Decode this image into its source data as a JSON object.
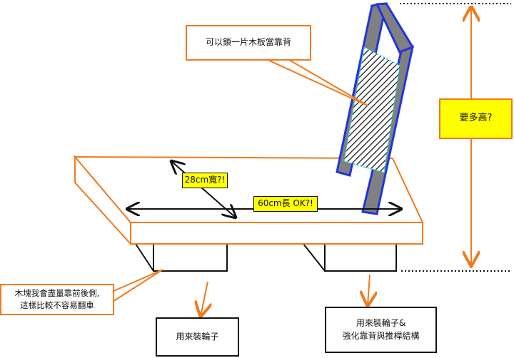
{
  "callouts": {
    "backrest": "可以鎖一片木板當靠背",
    "width": "28cm寬?!",
    "length": "60cm長 OK?!",
    "height": "要多高?",
    "blocks_line1": "木塊我會盡量靠前後側,",
    "blocks_line2": "這樣比較不容易翻車",
    "front_wheels": "用來裝輪子",
    "rear_wheels_line1": "用來裝輪子&",
    "rear_wheels_line2": "強化靠背與推桿結構"
  },
  "colors": {
    "orange": "#f07a1e",
    "yellow": "#ffff00",
    "blue": "#2233dd",
    "grey": "#808080"
  }
}
